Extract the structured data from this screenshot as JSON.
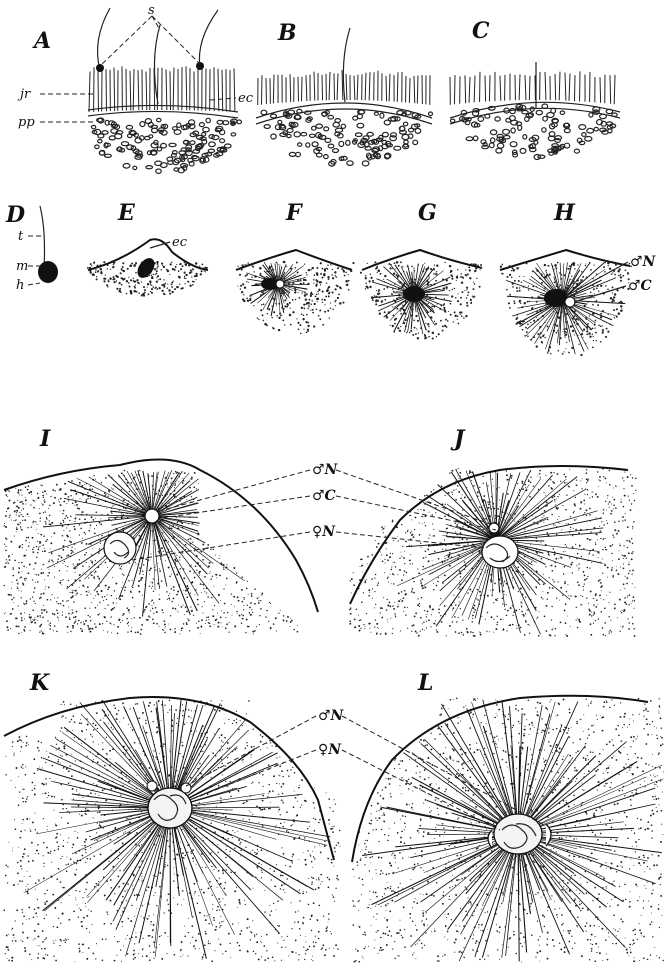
{
  "figure": {
    "panels": {
      "A": "A",
      "B": "B",
      "C": "C",
      "D": "D",
      "E": "E",
      "F": "F",
      "G": "G",
      "H": "H",
      "I": "I",
      "J": "J",
      "K": "K",
      "L": "L"
    },
    "annotations": {
      "s": "s",
      "jr": "jr",
      "pp": "pp",
      "ec_a": "ec",
      "t": "t",
      "m": "m",
      "h": "h",
      "ec_e": "ec",
      "male_n_h": "♂N",
      "male_c_h": "♂C",
      "male_n_ij": "♂N",
      "male_c_ij": "♂C",
      "female_n_ij": "♀N",
      "male_n_kl": "♂N",
      "female_n_kl": "♀N"
    }
  }
}
